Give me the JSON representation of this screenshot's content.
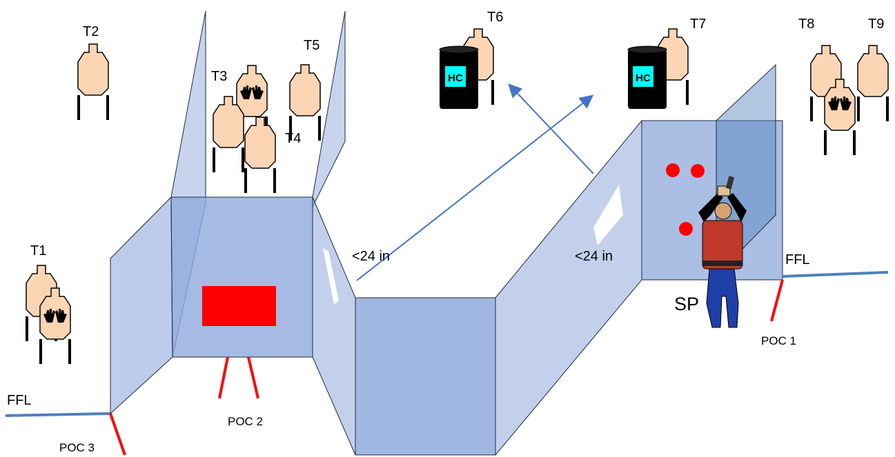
{
  "targets": {
    "t1": "T1",
    "t2": "T2",
    "t3": "T3",
    "t4": "T4",
    "t5": "T5",
    "t6": "T6",
    "t7": "T7",
    "t8": "T8",
    "t9": "T9"
  },
  "barrels": {
    "hc_left": "HC",
    "hc_right": "HC"
  },
  "labels": {
    "gap_left": "<24 in",
    "gap_right": "<24 in",
    "ffl_left": "FFL",
    "ffl_right": "FFL",
    "start_position": "SP",
    "poc1": "POC 1",
    "poc2": "POC 2",
    "poc3": "POC 3"
  },
  "colors": {
    "target_fill": "#fcd5b4",
    "wall_fill": "#8faadc",
    "wall_stroke": "#1f2a3c",
    "ffl_line": "#4f81bd",
    "poc_line": "#ff0000",
    "arrow": "#4472c4",
    "barrel": "#000000",
    "hc_label": "#00ffff",
    "marker": "#ff0000"
  }
}
